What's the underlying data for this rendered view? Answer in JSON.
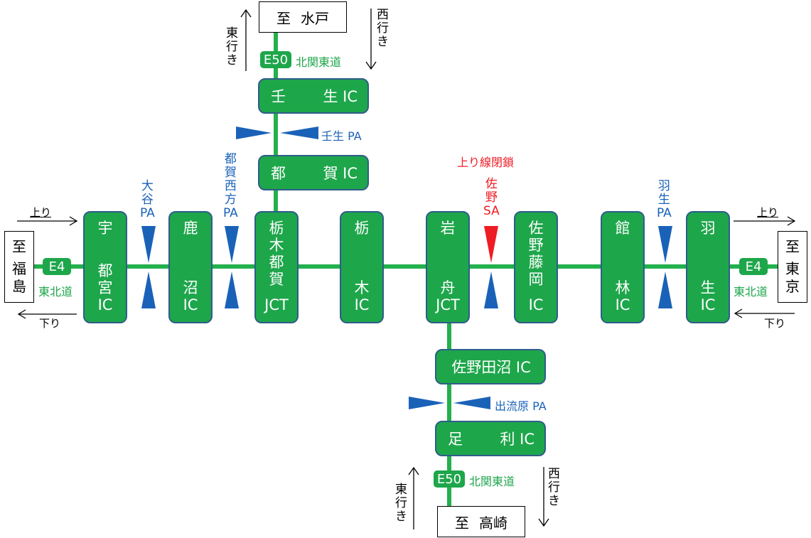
{
  "colors": {
    "route_green": "#1ea64b",
    "pa_blue": "#1a62b8",
    "closed_red": "#ee1c24",
    "box_border": "#2f5d8a"
  },
  "north": {
    "destination": {
      "prefix": "至",
      "name": "水戸"
    },
    "route_shield": "E50",
    "route_name": "北関東道",
    "east_label": "東行き",
    "west_label": "西行き",
    "interchanges": [
      {
        "left": "壬",
        "right": "生 IC"
      },
      {
        "left": "都",
        "right": "賀 IC"
      }
    ],
    "pa": "壬生 PA"
  },
  "south": {
    "destination": {
      "prefix": "至",
      "name": "高崎"
    },
    "route_shield": "E50",
    "route_name": "北関東道",
    "east_label": "東行き",
    "west_label": "西行き",
    "interchanges": [
      {
        "left": "佐野田沼 IC",
        "right": ""
      },
      {
        "left": "足",
        "right": "利 IC"
      }
    ],
    "pa": "出流原 PA"
  },
  "west": {
    "destination": {
      "prefix": "至",
      "name": "福島"
    },
    "route_shield": "E4",
    "route_name": "東北道",
    "up_label": "上り",
    "down_label": "下り"
  },
  "east": {
    "destination": {
      "prefix": "至",
      "name": "東京"
    },
    "route_shield": "E4",
    "route_name": "東北道",
    "up_label": "上り",
    "down_label": "下り"
  },
  "main_line": [
    {
      "top": [
        "宇"
      ],
      "bottom": [
        "都",
        "宮",
        "IC"
      ]
    },
    {
      "top": [
        "鹿"
      ],
      "bottom": [
        "沼",
        "IC"
      ]
    },
    {
      "top": [
        "栃",
        "木",
        "都",
        "賀"
      ],
      "bottom": [
        "JCT"
      ]
    },
    {
      "top": [
        "栃"
      ],
      "bottom": [
        "木",
        "IC"
      ]
    },
    {
      "top": [
        "岩"
      ],
      "bottom": [
        "舟",
        "JCT"
      ]
    },
    {
      "top": [
        "佐",
        "野",
        "藤",
        "岡"
      ],
      "bottom": [
        "IC"
      ]
    },
    {
      "top": [
        "館"
      ],
      "bottom": [
        "林",
        "IC"
      ]
    },
    {
      "top": [
        "羽"
      ],
      "bottom": [
        "生",
        "IC"
      ]
    }
  ],
  "parking_areas": [
    {
      "lines": [
        "大",
        "谷",
        "PA"
      ],
      "status": "open"
    },
    {
      "lines": [
        "都",
        "賀",
        "西",
        "方",
        "PA"
      ],
      "status": "open"
    },
    {
      "lines": [
        "佐",
        "野",
        "SA"
      ],
      "status": "closed-up",
      "note": "上り線閉鎖"
    },
    {
      "lines": [
        "羽",
        "生",
        "PA"
      ],
      "status": "open"
    }
  ]
}
